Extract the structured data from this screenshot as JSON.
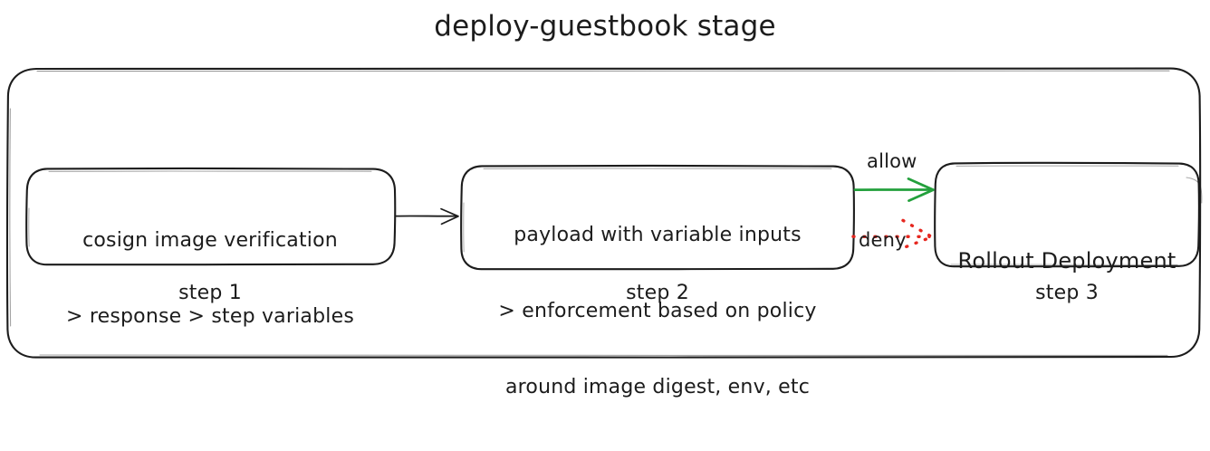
{
  "diagram": {
    "type": "flowchart",
    "title": "deploy-guestbook stage",
    "style": "hand-drawn-sketch",
    "background_color": "#ffffff",
    "stroke_color": "#1c1c1c",
    "container": {
      "name": "deploy-guestbook stage container",
      "shape": "rounded-rectangle"
    },
    "nodes": [
      {
        "id": "step1",
        "caption": "step 1",
        "lines": [
          "cosign image verification",
          "> response > step variables"
        ],
        "shape": "rounded-rectangle"
      },
      {
        "id": "step2",
        "caption": "step 2",
        "lines": [
          "payload with variable inputs",
          "> enforcement based on policy",
          "around image digest, env, etc"
        ],
        "shape": "rounded-rectangle"
      },
      {
        "id": "step3",
        "caption": "step 3",
        "lines": [
          "Rollout Deployment"
        ],
        "shape": "rounded-rectangle"
      }
    ],
    "edges": [
      {
        "id": "edge-step1-step2",
        "from": "step1",
        "to": "step2",
        "label": "",
        "line_style": "solid",
        "color": "#1c1c1c"
      },
      {
        "id": "edge-step2-step3-allow",
        "from": "step2",
        "to": "step3",
        "label": "allow",
        "line_style": "solid",
        "color": "#23a03c"
      },
      {
        "id": "edge-step2-step3-deny",
        "from": "step2",
        "to": "step3",
        "label": "deny",
        "line_style": "dotted",
        "color": "#e6271f"
      }
    ]
  }
}
